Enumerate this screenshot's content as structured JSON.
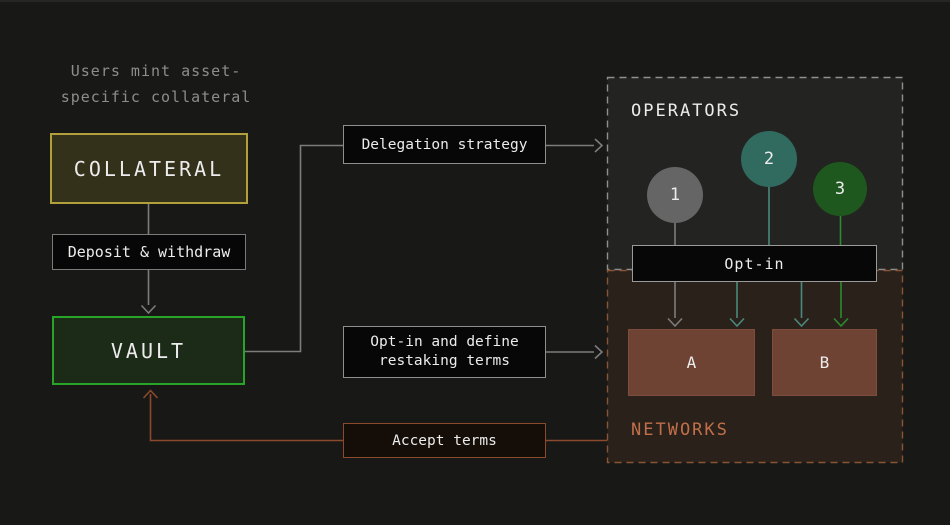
{
  "caption": {
    "line1": "Users mint asset-",
    "line2": "specific collateral"
  },
  "nodes": {
    "collateral": "COLLATERAL",
    "deposit": "Deposit & withdraw",
    "vault": "VAULT",
    "delegation": "Delegation strategy",
    "restaking_line1": "Opt-in and define",
    "restaking_line2": "restaking terms",
    "accept": "Accept terms",
    "optin": "Opt-in"
  },
  "operators": {
    "title": "OPERATORS",
    "items": [
      {
        "label": "1",
        "color": "#656565"
      },
      {
        "label": "2",
        "color": "#316b60"
      },
      {
        "label": "3",
        "color": "#1e581e"
      }
    ]
  },
  "networks": {
    "title": "NETWORKS",
    "items": [
      {
        "label": "A"
      },
      {
        "label": "B"
      }
    ]
  },
  "colors": {
    "background": "#181817",
    "panel_operators_fill": "#232321",
    "panel_networks_fill": "#2a211a",
    "dashed_gray": "#8f8f8f",
    "dashed_brown": "#8a5434",
    "collateral_border": "#b1a03c",
    "collateral_fill": "#34311a",
    "vault_border": "#28a428",
    "vault_fill": "#1c2a18",
    "node_border_gray": "#8f8f8f",
    "node_fill_black": "#070707",
    "accept_border": "#8a4a2b",
    "accept_fill": "#150d07",
    "line_gray": "#7c7c7c",
    "line_brown": "#8a4a2b",
    "line_teal": "#4a8a7d",
    "line_green": "#2c8c2c",
    "circle1_fill": "#656565",
    "circle2_fill": "#316b60",
    "circle3_fill": "#1e581e",
    "network_box_fill": "#6f4334",
    "network_box_border": "#7d4c3a",
    "networks_label": "#c06f4a",
    "muted_text": "#8d8d8d",
    "text": "#ececec"
  }
}
